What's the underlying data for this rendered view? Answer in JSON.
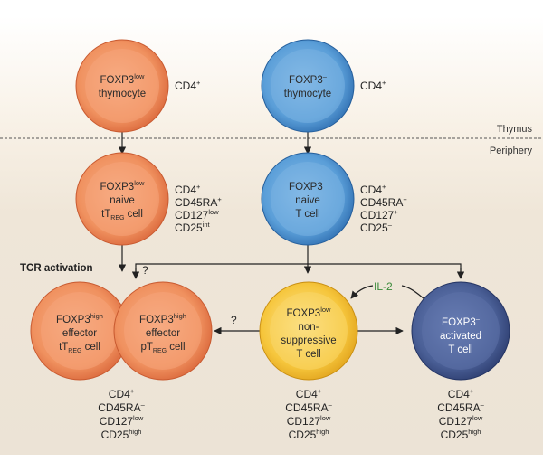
{
  "regions": {
    "thymus": "Thymus",
    "periphery": "Periphery"
  },
  "cells": {
    "foxp3low_thymocyte": {
      "name": "FOXP3",
      "sup": "low",
      "line2": "thymocyte",
      "markers": "CD4",
      "markers_sup": "+"
    },
    "foxp3neg_thymocyte": {
      "name": "FOXP3",
      "sup": "–",
      "line2": "thymocyte",
      "markers": "CD4",
      "markers_sup": "+"
    },
    "naive_ttreg": {
      "name": "FOXP3",
      "sup": "low",
      "line2": "naive",
      "line3_prefix": "tT",
      "line3_sub": "REG",
      "line3_suffix": " cell",
      "markers": [
        {
          "t": "CD4",
          "s": "+"
        },
        {
          "t": "CD45RA",
          "s": "+"
        },
        {
          "t": "CD127",
          "s": "low"
        },
        {
          "t": "CD25",
          "s": "int"
        }
      ]
    },
    "naive_tcell": {
      "name": "FOXP3",
      "sup": "–",
      "line2": "naive",
      "line3": "T cell",
      "markers": [
        {
          "t": "CD4",
          "s": "+"
        },
        {
          "t": "CD45RA",
          "s": "+"
        },
        {
          "t": "CD127",
          "s": "+"
        },
        {
          "t": "CD25",
          "s": "–"
        }
      ]
    },
    "effector_ttreg": {
      "name": "FOXP3",
      "sup": "high",
      "line2": "effector",
      "line3_prefix": "tT",
      "line3_sub": "REG",
      "line3_suffix": " cell"
    },
    "effector_ptreg": {
      "name": "FOXP3",
      "sup": "high",
      "line2": "effector",
      "line3_prefix": "pT",
      "line3_sub": "REG",
      "line3_suffix": " cell"
    },
    "nonsuppressive": {
      "name": "FOXP3",
      "sup": "low",
      "line2": "non-",
      "line3": "suppressive",
      "line4": "T cell"
    },
    "activated": {
      "name": "FOXP3",
      "sup": "–",
      "line2": "activated",
      "line3": "T cell"
    }
  },
  "bottom_markers": {
    "effector": [
      {
        "t": "CD4",
        "s": "+"
      },
      {
        "t": "CD45RA",
        "s": "–"
      },
      {
        "t": "CD127",
        "s": "low"
      },
      {
        "t": "CD25",
        "s": "high"
      }
    ],
    "nonsuppressive": [
      {
        "t": "CD4",
        "s": "+"
      },
      {
        "t": "CD45RA",
        "s": "–"
      },
      {
        "t": "CD127",
        "s": "low"
      },
      {
        "t": "CD25",
        "s": "high"
      }
    ],
    "activated": [
      {
        "t": "CD4",
        "s": "+"
      },
      {
        "t": "CD45RA",
        "s": "–"
      },
      {
        "t": "CD127",
        "s": "low"
      },
      {
        "t": "CD25",
        "s": "high"
      }
    ]
  },
  "labels": {
    "tcr_activation": "TCR activation",
    "question": "?",
    "il2": "IL-2"
  },
  "colors": {
    "orange": "#f0915f",
    "orange_dark": "#d9663a",
    "blue": "#4a90d0",
    "blue_dark": "#2f6eb0",
    "yellow": "#f6c63c",
    "navy": "#3a4f86"
  }
}
